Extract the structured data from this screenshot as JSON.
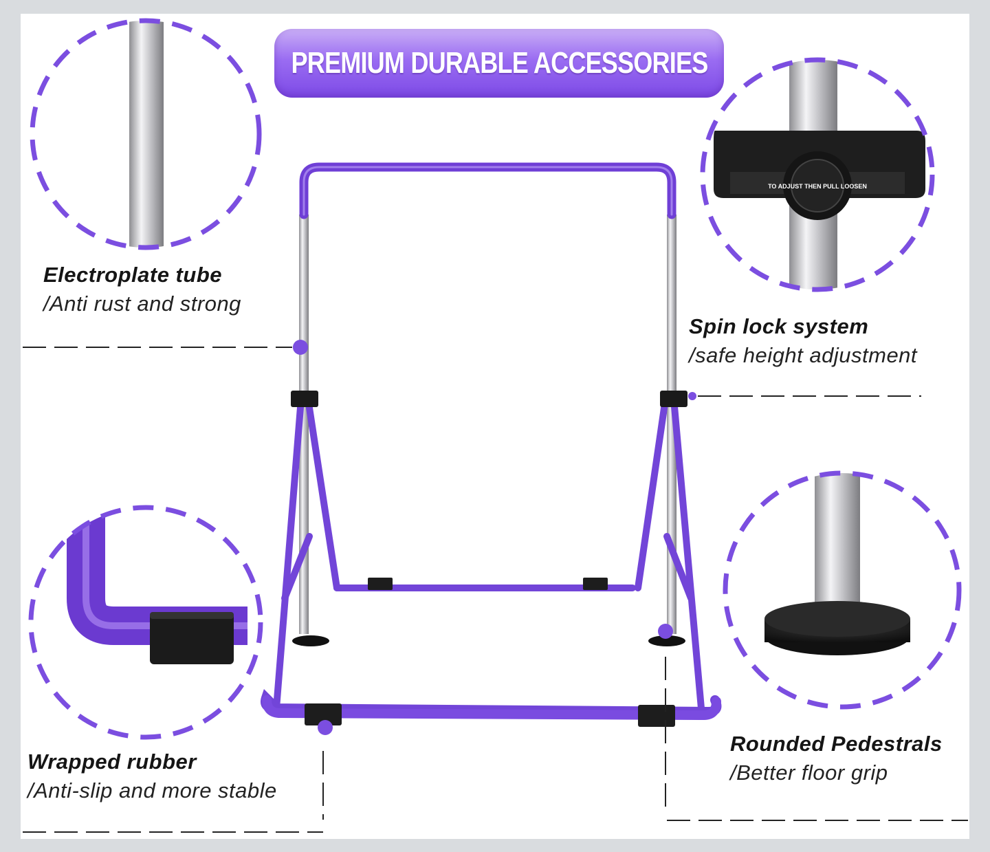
{
  "banner": {
    "text": "PREMIUM DURABLE ACCESSORIES"
  },
  "features": {
    "electroplate": {
      "title": "Electroplate tube",
      "subtitle": "/Anti rust and strong"
    },
    "spin_lock": {
      "title": "Spin lock system",
      "subtitle": "/safe height adjustment",
      "knob_text": "TO ADJUST THEN PULL LOOSEN"
    },
    "wrapped_rubber": {
      "title": "Wrapped rubber",
      "subtitle": "/Anti-slip and more stable"
    },
    "pedestals": {
      "title": "Rounded Pedestrals",
      "subtitle": "/Better floor grip"
    }
  },
  "colors": {
    "accent_purple": "#7b4ee0",
    "frame_purple": "#7a45d8",
    "chrome": "#c9c9cc",
    "rubber": "#1d1d1d"
  }
}
